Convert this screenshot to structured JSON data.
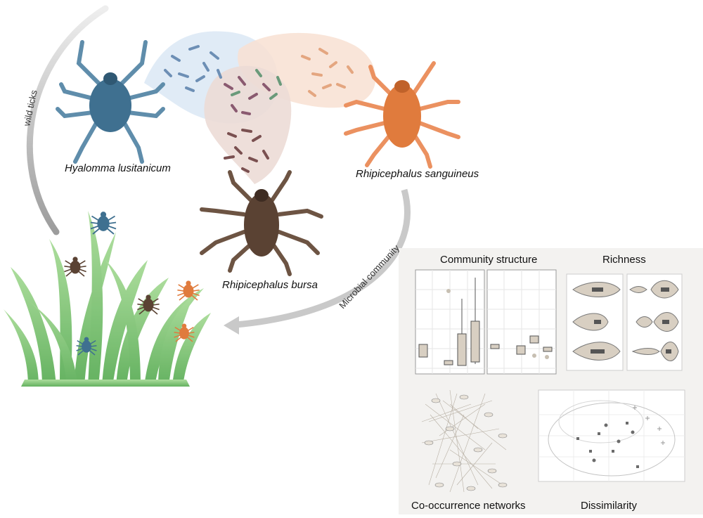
{
  "arc_labels": {
    "wild": "wild ticks",
    "microbial": "Microbial community"
  },
  "species": {
    "hyalomma": "Hyalomma lusitanicum",
    "sanguineus": "Rhipicephalus sanguineus",
    "bursa": "Rhipicephalus bursa"
  },
  "panels": {
    "community": "Community structure",
    "richness": "Richness",
    "networks": "Co-occurrence networks",
    "dissimilarity": "Dissimilarity"
  },
  "colors": {
    "hyalomma_tick": "#3f7090",
    "sanguineus_tick": "#e07b3d",
    "bursa_tick": "#5a4233",
    "grass": "#7cc36d",
    "arrow": "#c8c8c8",
    "bubble_blue": "#dbe8f5",
    "bubble_orange": "#f8e0d2",
    "panel_bg": "#f3f2f0"
  },
  "icons": [
    "tick-icon",
    "bacteria-icon",
    "grass-icon",
    "arrow-icon"
  ]
}
